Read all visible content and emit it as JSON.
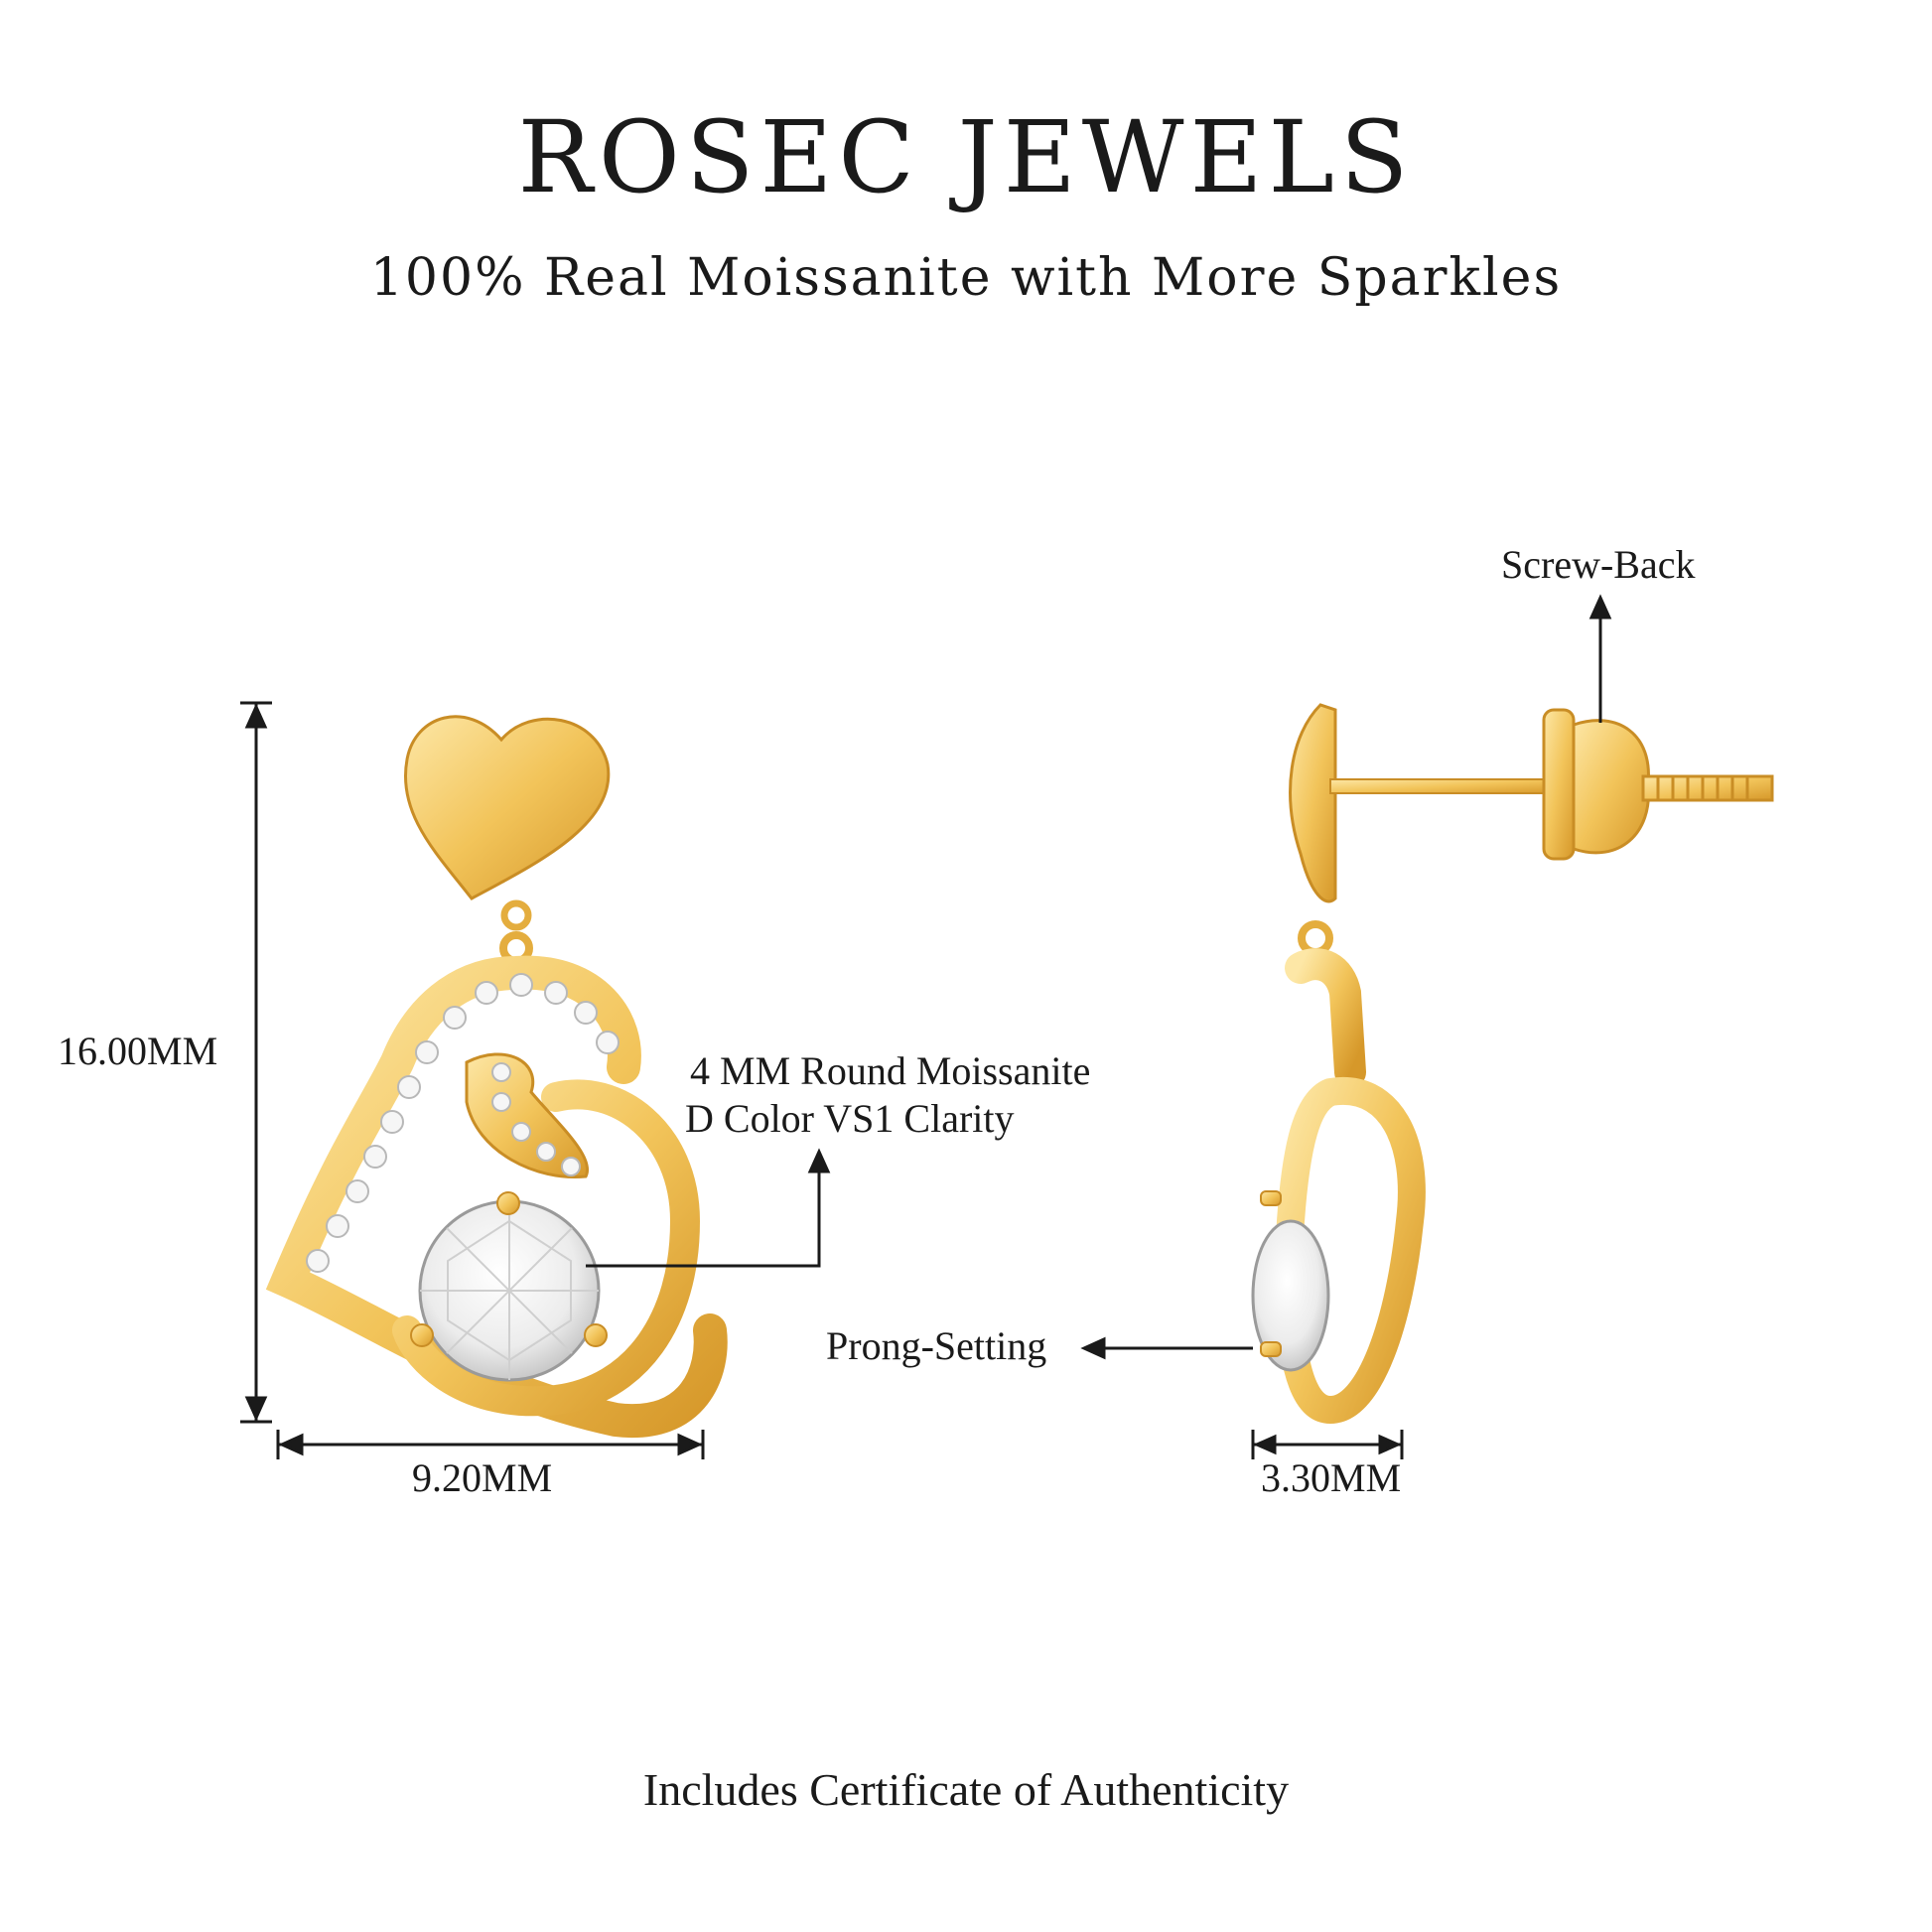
{
  "brand": {
    "title": "ROSEC JEWELS",
    "subtitle": "100% Real Moissanite with More Sparkles"
  },
  "dimensions": {
    "height": "16.00MM",
    "width": "9.20MM",
    "depth": "3.30MM"
  },
  "callouts": {
    "stone_line1": "4 MM Round Moissanite",
    "stone_line2": "D Color VS1 Clarity",
    "screw_back": "Screw-Back",
    "prong_setting": "Prong-Setting"
  },
  "footer": {
    "text": "Includes Certificate of Authenticity"
  },
  "colors": {
    "gold": "#f2c45a",
    "gold_dark": "#d89a2a",
    "gold_light": "#fbe3a0",
    "stone": "#f4f4f4",
    "ink": "#1a1a1a"
  }
}
